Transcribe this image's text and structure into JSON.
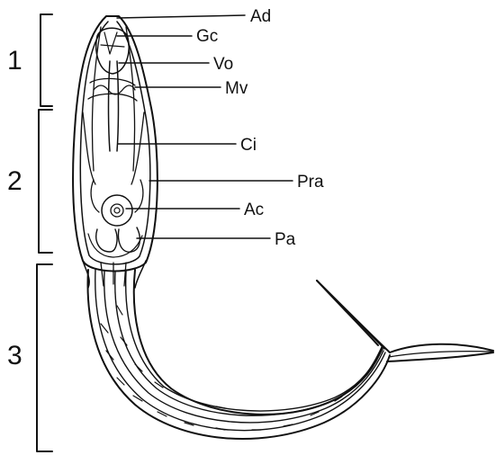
{
  "sections": [
    "1",
    "2",
    "3"
  ],
  "labels": {
    "ad": "Ad",
    "gc": "Gc",
    "vo": "Vo",
    "mv": "Mv",
    "ci": "Ci",
    "pra": "Pra",
    "ac": "Ac",
    "pa": "Pa"
  }
}
